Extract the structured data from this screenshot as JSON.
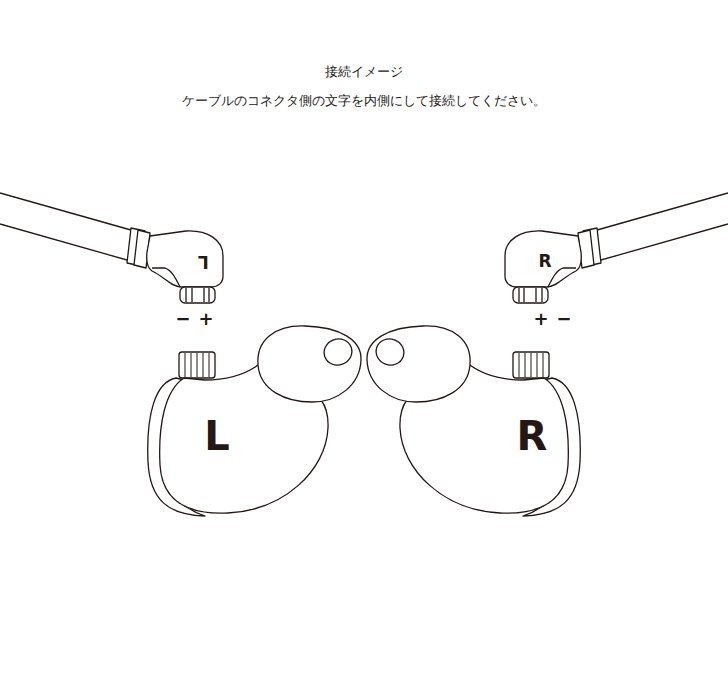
{
  "diagram": {
    "title": "接続イメージ",
    "nodes": [
      {
        "text": [
          "L"
        ]
      },
      {
        "text": [
          "R"
        ]
      },
      {
        "text": [
          "L"
        ]
      },
      {
        "text": [
          "R"
        ]
      }
    ],
    "labels": [
      "ケーブルのコネクタ側の文字を内側にして接続してください。",
      "−",
      "+",
      "+",
      "−"
    ]
  }
}
